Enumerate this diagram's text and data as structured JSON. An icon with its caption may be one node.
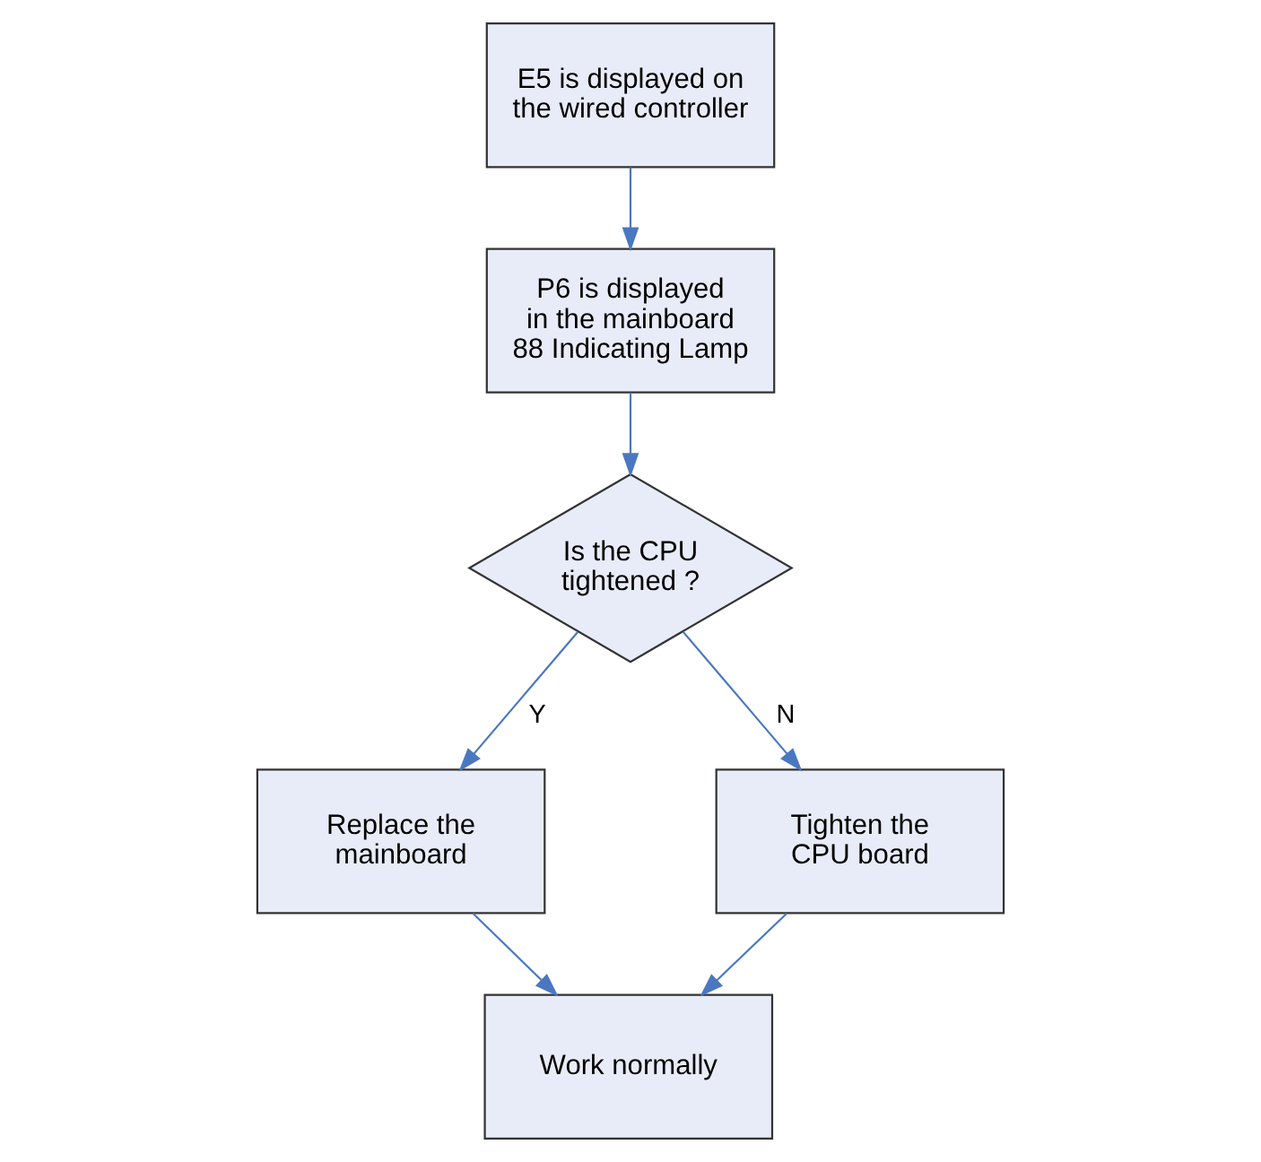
{
  "diagram": {
    "nodes": [
      {
        "text": [
          "E5 is displayed on the wired controller"
        ]
      },
      {
        "text": [
          "P6 is displayed in the mainboard 88 Indicating Lamp"
        ]
      },
      {
        "text": [
          "Is the CPU tightened ?"
        ]
      },
      {
        "text": [
          "Replace the mainboard"
        ]
      },
      {
        "text": [
          "Tighten the CPU board"
        ]
      },
      {
        "text": [
          "Work normally"
        ]
      }
    ],
    "edges": [
      {
        "from": 0,
        "to": 1,
        "arrow": "to"
      },
      {
        "from": 1,
        "to": 2,
        "arrow": "to"
      },
      {
        "from": 2,
        "to": 3,
        "arrow": "to",
        "label": "Y"
      },
      {
        "from": 2,
        "to": 4,
        "arrow": "to",
        "label": "N"
      },
      {
        "from": 3,
        "to": 5,
        "arrow": "to"
      },
      {
        "from": 4,
        "to": 5,
        "arrow": "to"
      }
    ]
  }
}
